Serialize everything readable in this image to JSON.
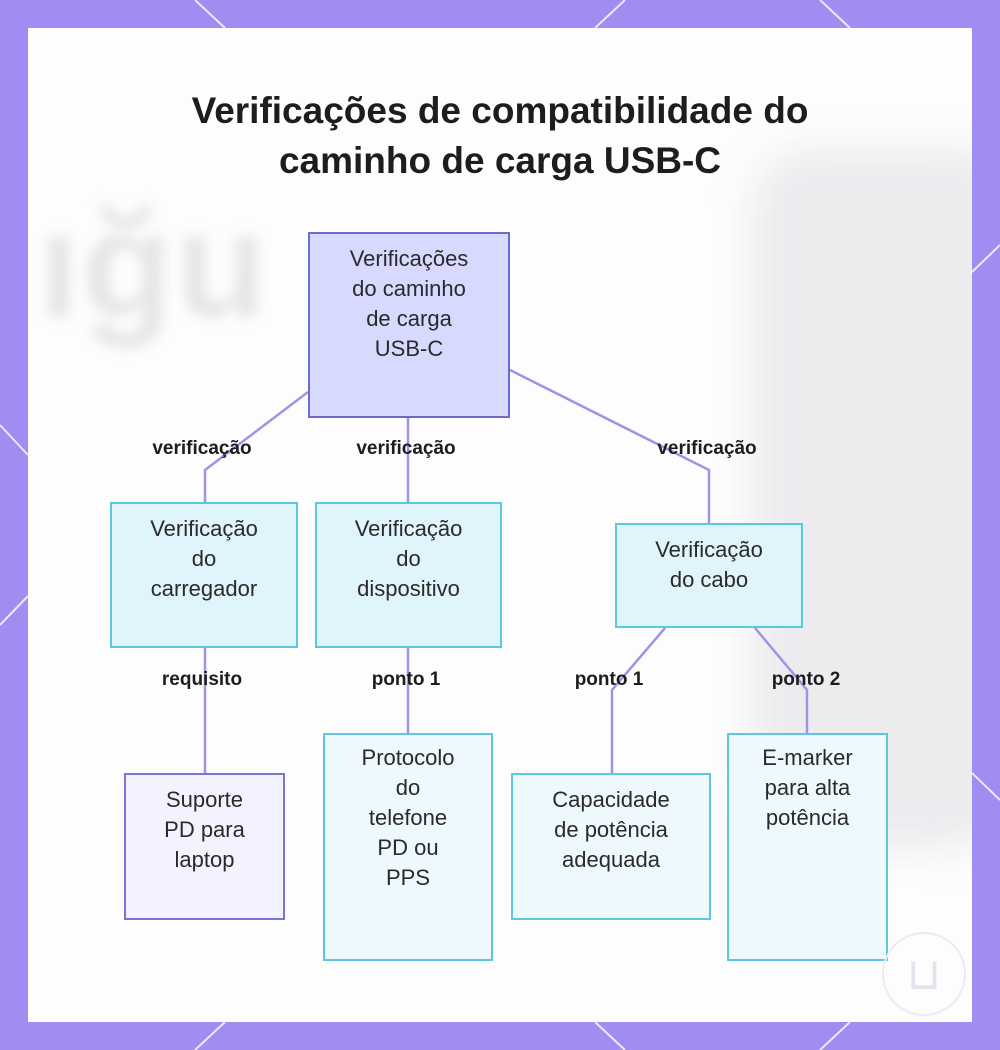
{
  "title": "Verificações de compatibilidade do caminho de carga USB-C",
  "title_lines": [
    "Verificações de compatibilidade do",
    "caminho de carga USB-C"
  ],
  "colors": {
    "frame": "#a28cf2",
    "root_fill": "#d7d9ff",
    "root_border": "#6d6ad0",
    "node_fill": "#dff4fb",
    "node_border": "#5bc8e0",
    "edge": "#a690e6"
  },
  "nodes": {
    "root": {
      "lines": [
        "Verificações",
        "do caminho",
        "de carga",
        "USB-C"
      ]
    },
    "charger": {
      "lines": [
        "Verificação",
        "do",
        "carregador"
      ]
    },
    "device": {
      "lines": [
        "Verificação",
        "do",
        "dispositivo"
      ]
    },
    "cable": {
      "lines": [
        "Verificação",
        "do cabo"
      ]
    },
    "laptop_pd": {
      "lines": [
        "Suporte",
        "PD para",
        "laptop"
      ]
    },
    "phone_protocol": {
      "lines": [
        "Protocolo",
        "do",
        "telefone",
        "PD ou",
        "PPS"
      ]
    },
    "power_capacity": {
      "lines": [
        "Capacidade",
        "de potência",
        "adequada"
      ]
    },
    "emarker": {
      "lines": [
        "E-marker",
        "para alta",
        "potência"
      ]
    }
  },
  "edge_labels": {
    "root_charger": "verificação",
    "root_device": "verificação",
    "root_cable": "verificação",
    "charger_laptop": "requisito",
    "device_phone": "ponto 1",
    "cable_capacity": "ponto 1",
    "cable_emarker": "ponto 2"
  }
}
